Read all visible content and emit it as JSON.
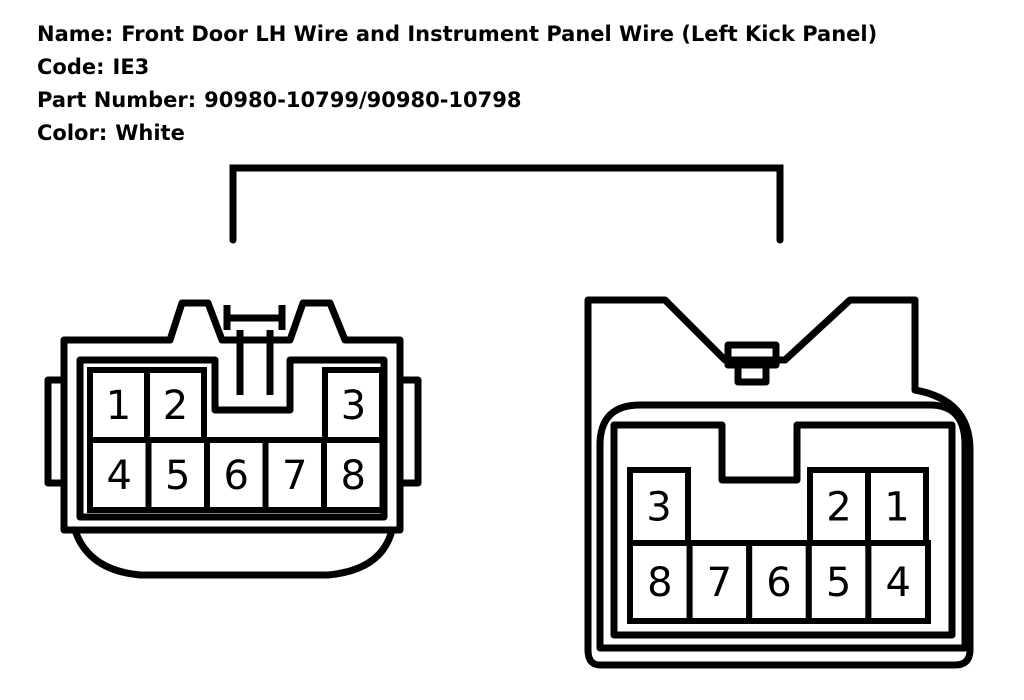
{
  "header": {
    "name_label": "Name:",
    "name_value": "Front Door LH Wire and Instrument Panel Wire (Left Kick Panel)",
    "code_label": "Code:",
    "code_value": "IE3",
    "part_label": "Part Number:",
    "part_value": "90980-10799/90980-10798",
    "color_label": "Color:",
    "color_value": "White"
  },
  "left_connector": {
    "top_row": [
      "1",
      "2",
      "3"
    ],
    "bottom_row": [
      "4",
      "5",
      "6",
      "7",
      "8"
    ]
  },
  "right_connector": {
    "top_row": [
      "3",
      "2",
      "1"
    ],
    "bottom_row": [
      "8",
      "7",
      "6",
      "5",
      "4"
    ]
  }
}
